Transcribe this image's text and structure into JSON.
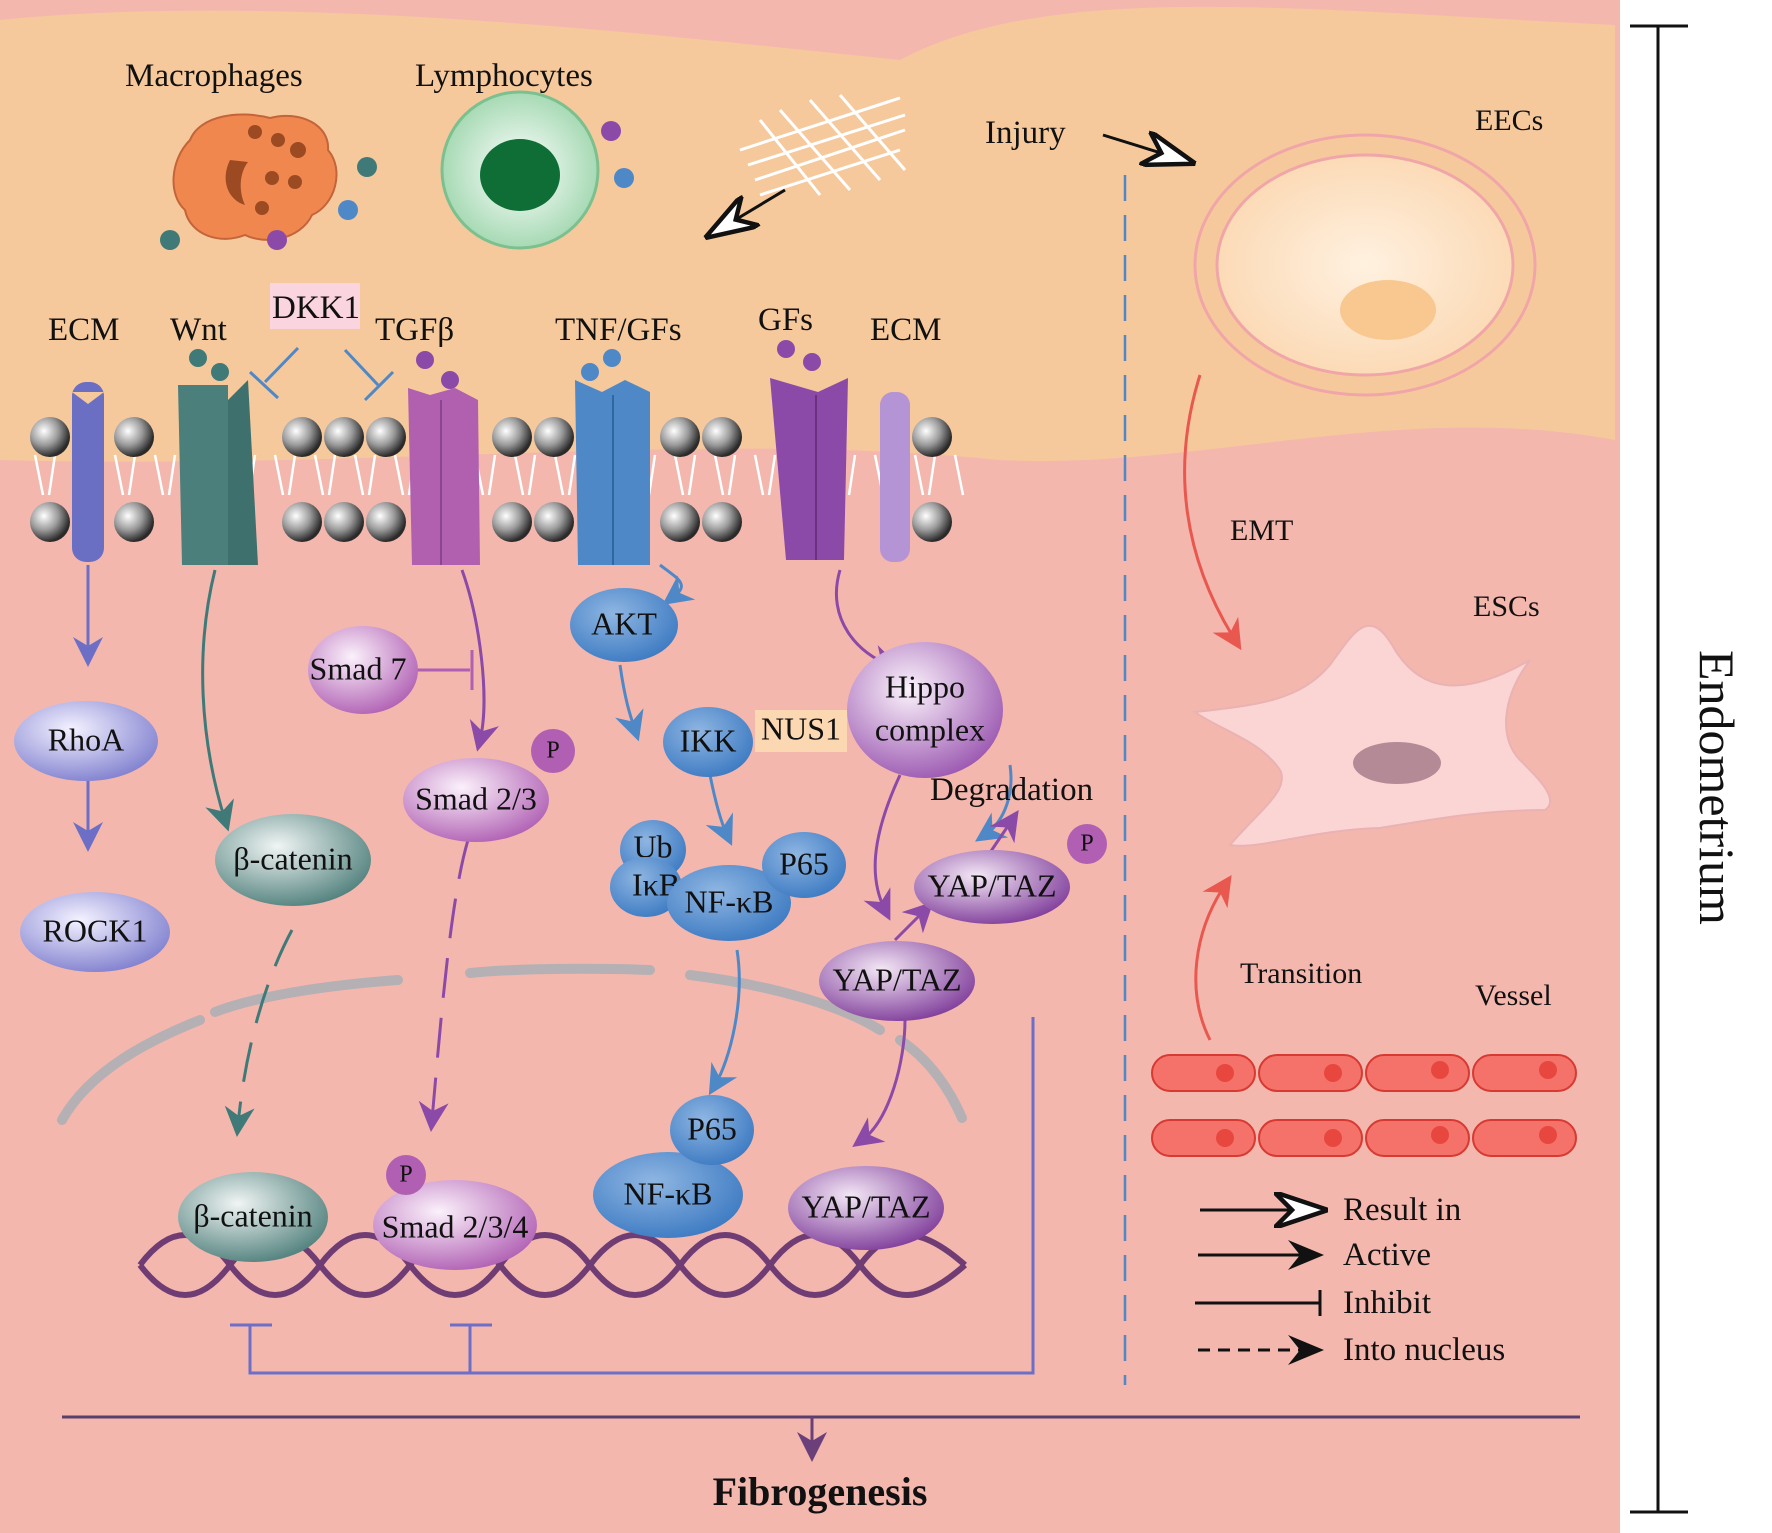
{
  "colors": {
    "tissue_top": "#f6c99c",
    "tissue_bottom": "#f4b7ae",
    "blue_arrow": "#4f88c6",
    "purple_arrow": "#8c4aa8",
    "teal_arrow": "#3f7a78",
    "violet_arrow": "#6d6fc6",
    "vessel_red": "#e8473f"
  },
  "labels": {
    "macrophages": "Macrophages",
    "lymphocytes": "Lymphocytes",
    "injury": "Injury",
    "eecs": "EECs",
    "emt": "EMT",
    "escs": "ESCs",
    "transition": "Transition",
    "vessel": "Vessel",
    "endometrium": "Endometrium",
    "fibrogenesis": "Fibrogenesis",
    "degradation": "Degradation"
  },
  "receptors": {
    "ecm1": "ECM",
    "wnt": "Wnt",
    "dkk1": "DKK1",
    "tgfb": "TGFβ",
    "tnf": "TNF/GFs",
    "gfs": "GFs",
    "ecm2": "ECM"
  },
  "nodes": {
    "rhoa": "RhoA",
    "rock1": "ROCK1",
    "bcat1": "β-catenin",
    "bcat2": "β-catenin",
    "smad7": "Smad 7",
    "smad23": "Smad 2/3",
    "smad234": "Smad 2/3/4",
    "akt": "AKT",
    "ikk": "IKK",
    "nus1": "NUS1",
    "ub": "Ub",
    "ikb": "IκB",
    "nfkb1": "NF-κB",
    "p65a": "P65",
    "nfkb2": "NF-κB",
    "p65b": "P65",
    "hippo1": "Hippo",
    "hippo2": "complex",
    "yap1": "YAP/TAZ",
    "yap2": "YAP/TAZ",
    "yap3": "YAP/TAZ",
    "p": "P"
  },
  "legend": {
    "result": "Result in",
    "active": "Active",
    "inhibit": "Inhibit",
    "nucleus": "Into nucleus"
  }
}
